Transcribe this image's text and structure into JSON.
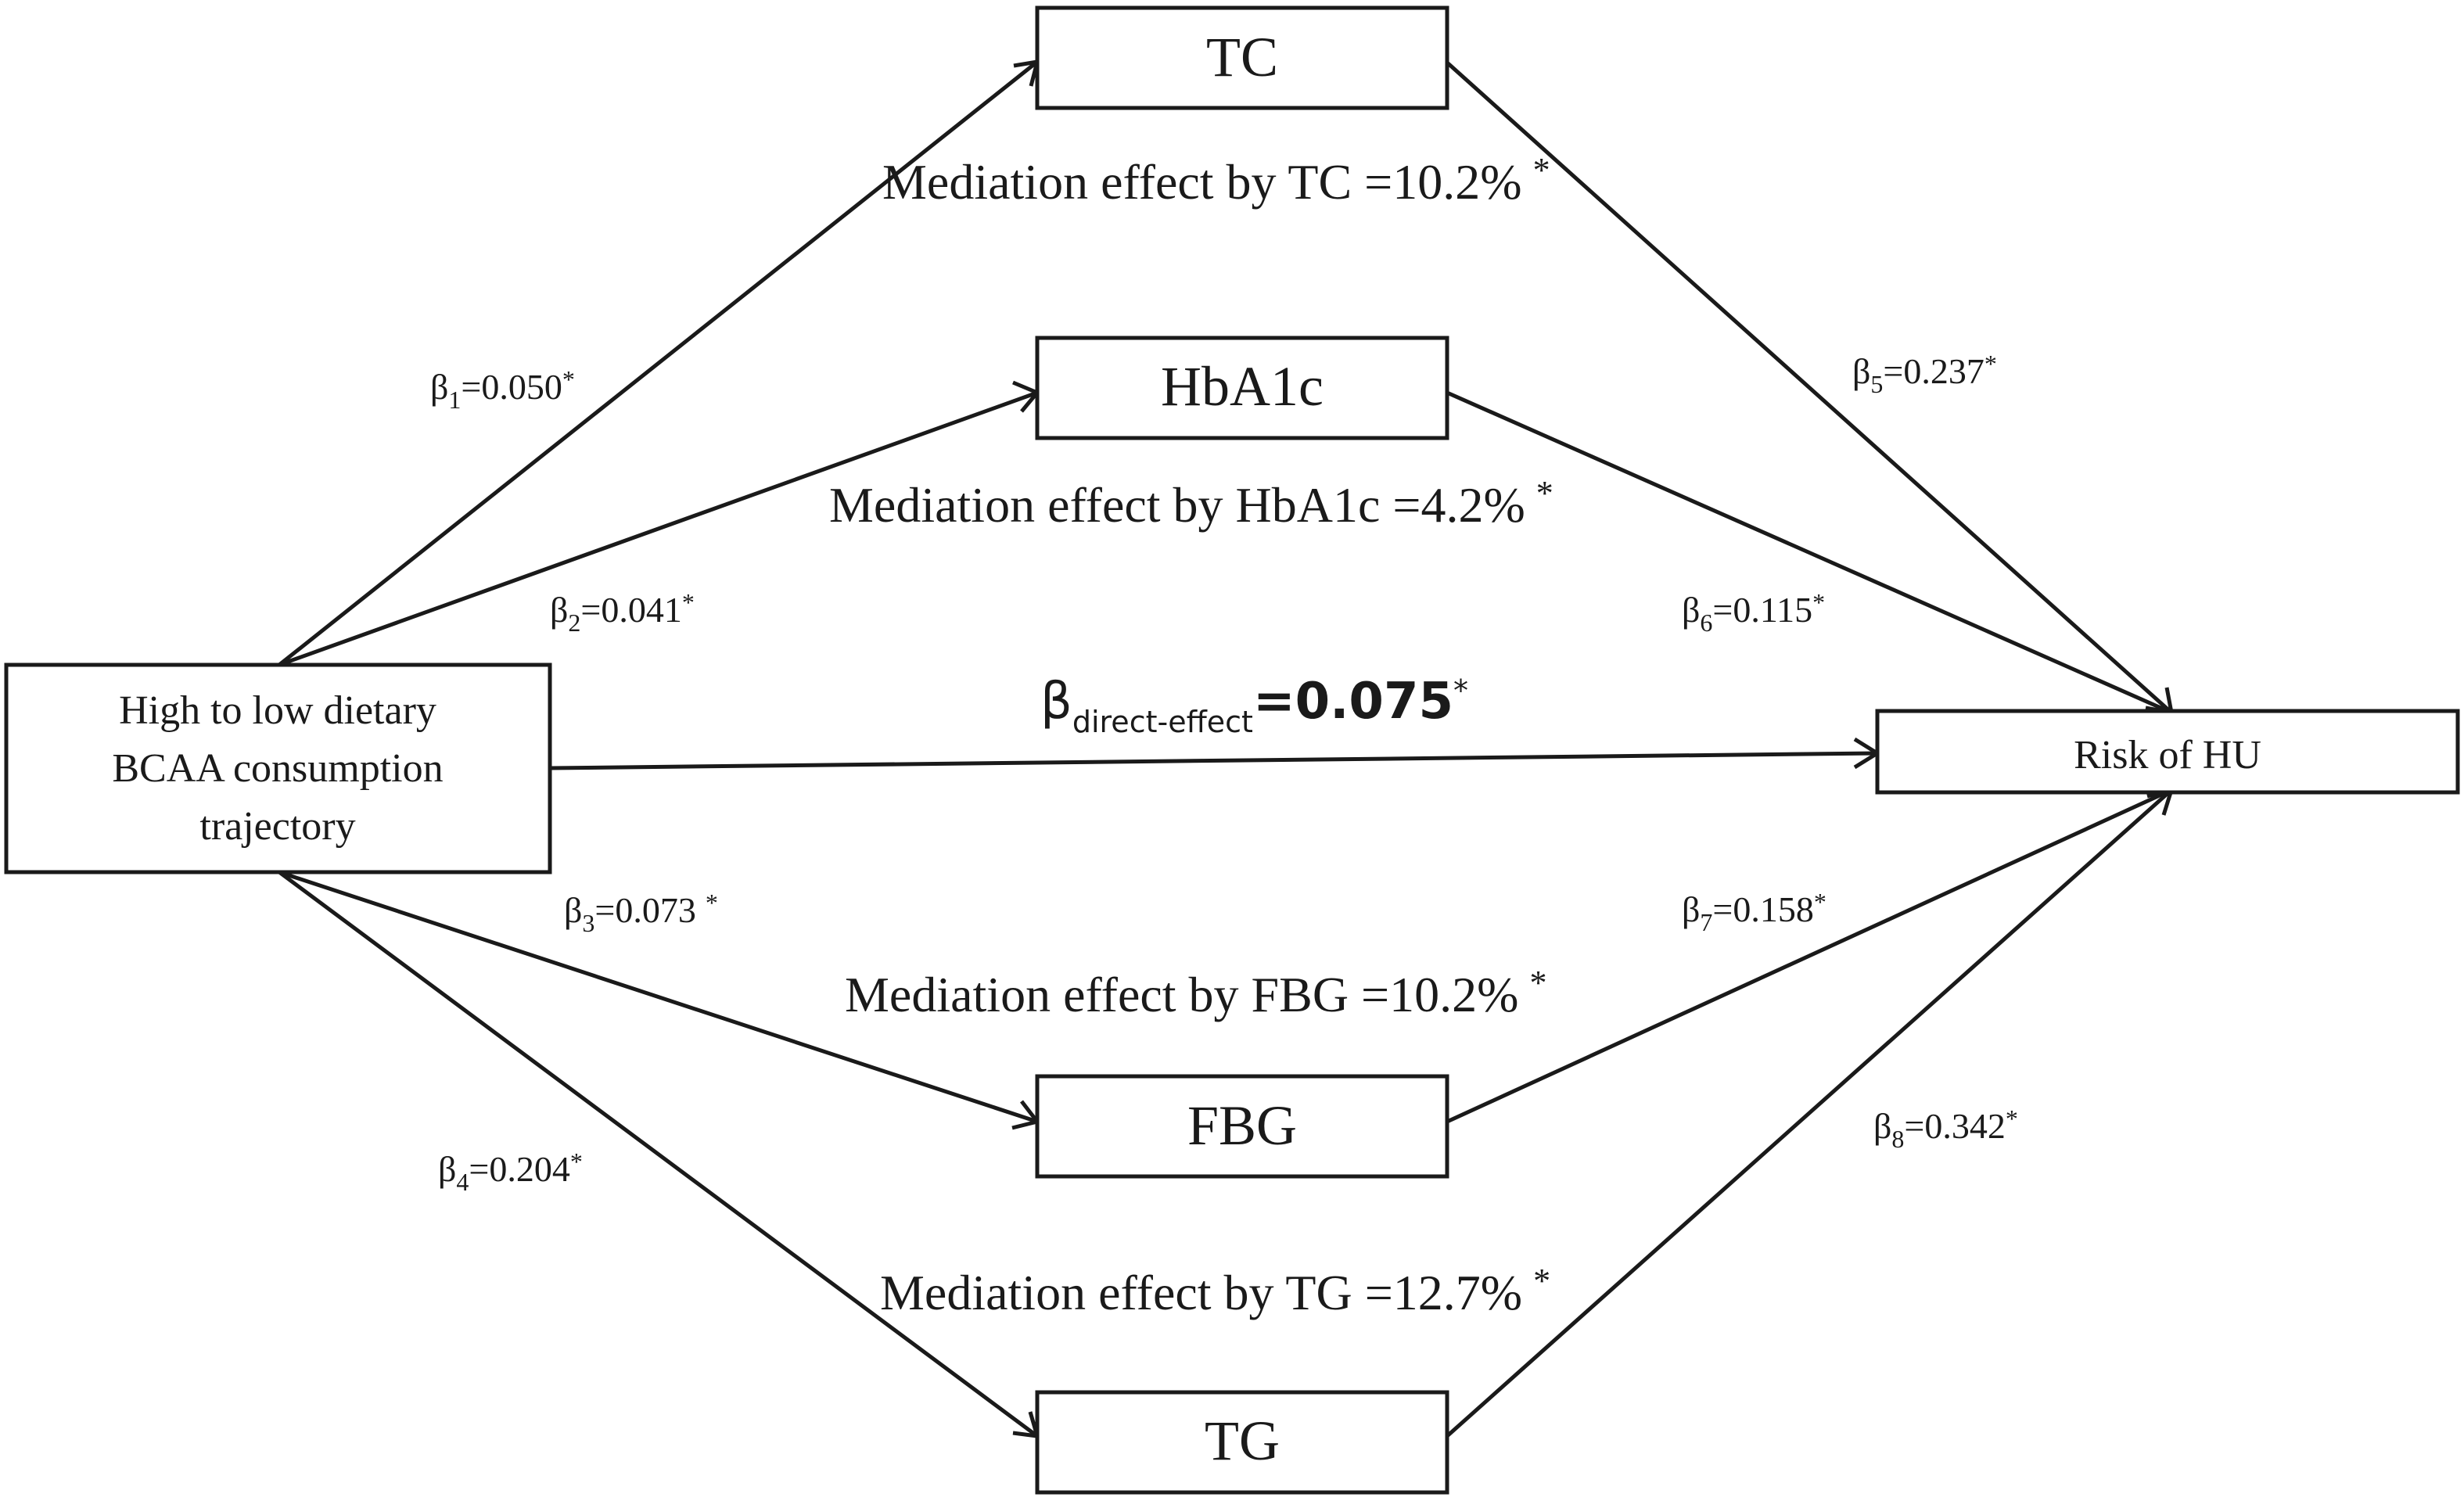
{
  "nodes": {
    "source": {
      "lines": [
        "High to low dietary",
        "BCAA  consumption",
        "trajectory"
      ]
    },
    "tc": {
      "label": "TC"
    },
    "hba1c": {
      "label": "HbA1c"
    },
    "fbg": {
      "label": "FBG"
    },
    "tg": {
      "label": "TG"
    },
    "outcome": {
      "label": "Risk of HU"
    }
  },
  "mediation": {
    "tc": "Mediation effect by TC =10.2%",
    "hba1c": "Mediation effect by HbA1c =4.2%",
    "fbg": "Mediation effect by FBG =10.2%",
    "tg": "Mediation effect by TG =12.7%"
  },
  "coefficients": {
    "b1": {
      "symbol": "β",
      "sub": "1",
      "value": "=0.050",
      "sig": "*"
    },
    "b2": {
      "symbol": "β",
      "sub": "2",
      "value": "=0.041",
      "sig": "*"
    },
    "b3": {
      "symbol": "β",
      "sub": "3",
      "value": "=0.073",
      "sig": "*"
    },
    "b4": {
      "symbol": "β",
      "sub": "4",
      "value": "=0.204",
      "sig": "*"
    },
    "b5": {
      "symbol": "β",
      "sub": "5",
      "value": "=0.237",
      "sig": "*"
    },
    "b6": {
      "symbol": "β",
      "sub": "6",
      "value": "=0.115",
      "sig": "*"
    },
    "b7": {
      "symbol": "β",
      "sub": "7",
      "value": "=0.158",
      "sig": "*"
    },
    "b8": {
      "symbol": "β",
      "sub": "8",
      "value": "=0.342",
      "sig": "*"
    },
    "direct": {
      "symbol": "β",
      "sub": "direct-effect",
      "value": "=0.075",
      "sig": "*"
    }
  },
  "significance_mark": "*",
  "colors": {
    "ink": "#1a1a1a",
    "background": "#ffffff"
  }
}
